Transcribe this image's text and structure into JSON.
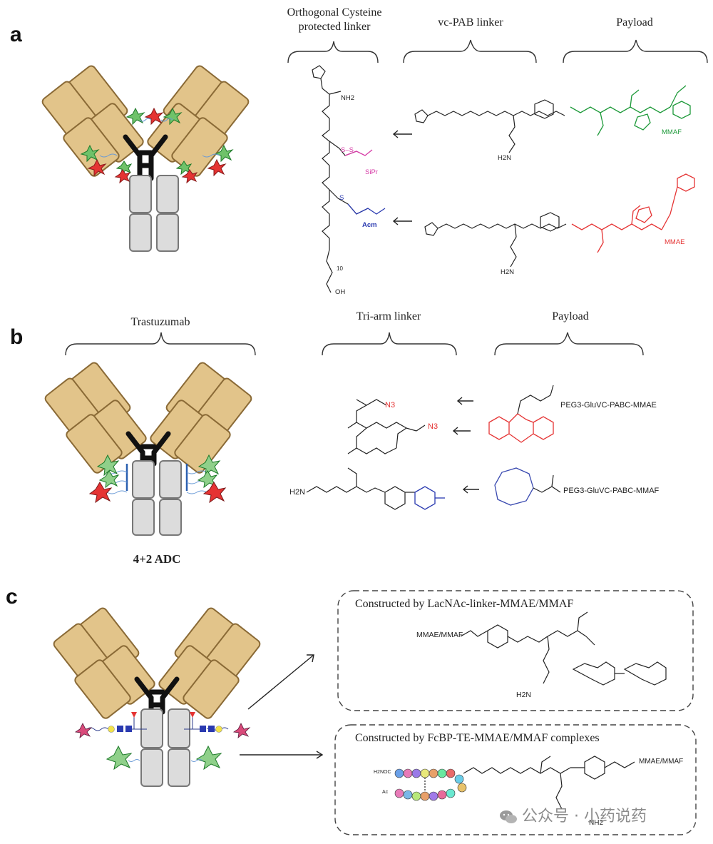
{
  "panels": {
    "a": {
      "letter": "a",
      "headers": {
        "linker_line1": "Orthogonal Cysteine",
        "linker_line2": "protected linker",
        "vcpab": "vc-PAB linker",
        "payload": "Payload"
      },
      "labels": {
        "sipr": "SiPr",
        "acm": "Acm",
        "mmaf": "MMAF",
        "mmae": "MMAE",
        "nh2": "NH2",
        "sub10": "10",
        "oh": "OH",
        "ss": "S–S",
        "s": "S",
        "h2n": "H2N"
      }
    },
    "b": {
      "letter": "b",
      "headers": {
        "antibody": "Trastuzumab",
        "triarm": "Tri-arm linker",
        "payload": "Payload"
      },
      "adc_label": "4+2 ADC",
      "chem": {
        "n3_top": "N3",
        "n3_right": "N3",
        "h2n": "H2N",
        "peg_mmae": "PEG3-GluVC-PABC-MMAE",
        "peg_mmaf": "PEG3-GluVC-PABC-MMAF"
      }
    },
    "c": {
      "letter": "c",
      "box1_title": "Constructed by LacNAc-linker-MMAE/MMAF",
      "box2_title": "Constructed by FcBP-TE-MMAE/MMAF complexes",
      "box1_chem": {
        "payload": "MMAE/MMAF",
        "h2n": "H2N"
      },
      "box2_chem": {
        "payload": "MMAE/MMAF",
        "h2noc": "H2NOC",
        "ac": "Ac",
        "nh2": "NH2"
      }
    }
  },
  "watermark": "公众号 · 小药说药",
  "colors": {
    "fab_fill": "#e2c48a",
    "fab_stroke": "#8a6a36",
    "fc_fill": "#dcdcdc",
    "fc_stroke": "#777777",
    "hinge": "#111111",
    "payload_green": "#1e9a3a",
    "payload_red": "#e53333",
    "sipr_magenta": "#d63aa6",
    "acm_blue": "#2a3ab0",
    "dbco_red": "#e53333",
    "tco_blue": "#3a4ab0"
  }
}
